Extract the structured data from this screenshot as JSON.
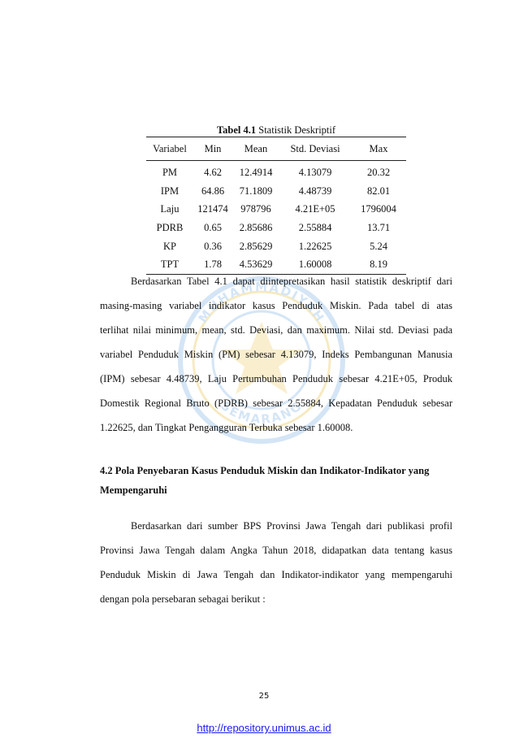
{
  "table": {
    "caption_bold": "Tabel 4.1",
    "caption_rest": "Statistik Deskriptif",
    "headers": [
      "Variabel",
      "Min",
      "Mean",
      "Std. Deviasi",
      "Max"
    ],
    "rows": [
      [
        "PM",
        "4.62",
        "12.4914",
        "4.13079",
        "20.32"
      ],
      [
        "IPM",
        "64.86",
        "71.1809",
        "4.48739",
        "82.01"
      ],
      [
        "Laju",
        "121474",
        "978796",
        "4.21E+05",
        "1796004"
      ],
      [
        "PDRB",
        "0.65",
        "2.85686",
        "2.55884",
        "13.71"
      ],
      [
        "KP",
        "0.36",
        "2.85629",
        "1.22625",
        "5.24"
      ],
      [
        "TPT",
        "1.78",
        "4.53629",
        "1.60008",
        "8.19"
      ]
    ]
  },
  "paragraph1": [
    "Berdasarkan Tabel 4.1 dapat diintepretasikan hasil statistik deskriptif dari",
    "masing-masing variabel indikator kasus Penduduk Miskin. Pada tabel di atas",
    "terlihat nilai minimum, mean, std. Deviasi, dan maximum. Nilai std. Deviasi pada",
    "variabel Penduduk Miskin (PM) sebesar 4.13079, Indeks Pembangunan Manusia",
    "(IPM) sebesar 4.48739, Laju Pertumbuhan Penduduk sebesar 4.21E+05, Produk",
    "Domestik Regional Bruto (PDRB) sebesar 2.55884, Kepadatan Penduduk sebesar",
    "1.22625,  dan Tingkat Pengangguran Terbuka sebesar 1.60008."
  ],
  "heading": {
    "line1": "4.2 Pola Penyebaran Kasus Penduduk Miskin dan Indikator-Indikator yang",
    "line2": "Mempengaruhi"
  },
  "paragraph2": [
    "Berdasarkan dari sumber BPS Provinsi Jawa Tengah  dari publikasi profil",
    "Provinsi Jawa Tengah dalam Angka Tahun 2018, didapatkan data tentang kasus",
    "Penduduk Miskin di Jawa Tengah dan Indikator-indikator yang mempengaruhi",
    "dengan pola persebaran sebagai berikut :"
  ],
  "watermark": {
    "arc_top": "MUHAMMADIYAH",
    "arc_bottom": "SEMARANG",
    "color": "#7fb3e6",
    "accent": "#e8c24a"
  },
  "page_number": "25",
  "footer_url": "http://repository.unimus.ac.id"
}
